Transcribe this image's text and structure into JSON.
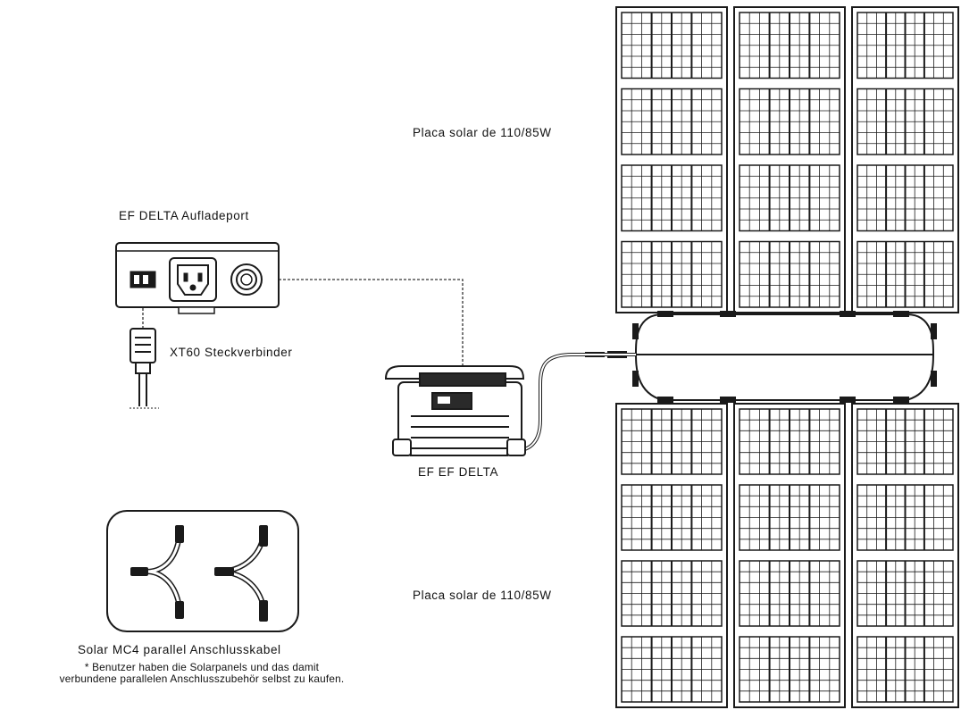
{
  "labels": {
    "solar_panel_top": "Placa solar de 110/85W",
    "solar_panel_bottom": "Placa solar de 110/85W",
    "charging_port": "EF DELTA Aufladeport",
    "xt60": "XT60 Steckverbinder",
    "power_station": "EF EF DELTA",
    "mc4_cable": "Solar MC4 parallel Anschlusskabel",
    "note_line1": "* Benutzer haben die Solarpanels und das damit",
    "note_line2": "verbundene parallelen Anschlusszubehör selbst zu kaufen."
  },
  "colors": {
    "line": "#1a1a1a",
    "panel_fill": "#ffffff",
    "device_dark": "#2a2a2a",
    "background": "#ffffff"
  },
  "icons": {
    "charging_port": "charging-port-panel-icon",
    "xt60": "xt60-plug-icon",
    "power_station": "power-station-icon",
    "mc4_cable": "mc4-y-cable-icon",
    "solar_panel": "solar-panel-icon"
  }
}
